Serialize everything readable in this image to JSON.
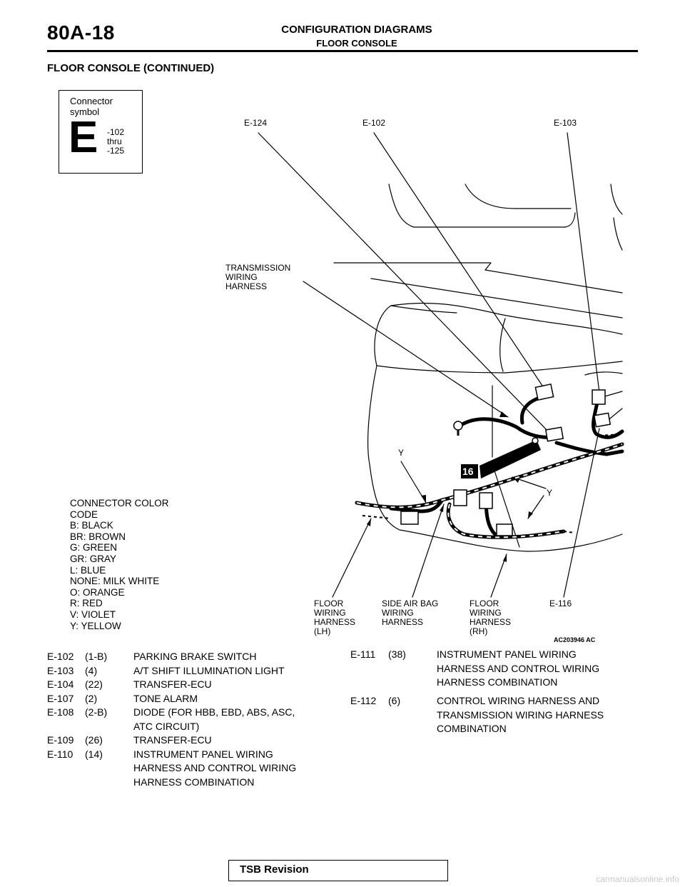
{
  "header": {
    "page_number": "80A-18",
    "title": "CONFIGURATION DIAGRAMS",
    "subtitle": "FLOOR CONSOLE"
  },
  "section_title": "FLOOR CONSOLE (CONTINUED)",
  "connector_symbol": {
    "label_line1": "Connector",
    "label_line2": "symbol",
    "letter": "E",
    "range": [
      "-102",
      "thru",
      "-125"
    ]
  },
  "diagram": {
    "callouts": {
      "e124": "E-124",
      "e102": "E-102",
      "e103": "E-103",
      "e116": "E-116",
      "y_left": "Y",
      "y_right": "Y",
      "badge": "16"
    },
    "transmission_harness": [
      "TRANSMISSION",
      "WIRING",
      "HARNESS"
    ],
    "floor_lh": [
      "FLOOR",
      "WIRING",
      "HARNESS",
      "(LH)"
    ],
    "side_air_bag": [
      "SIDE AIR BAG",
      "WIRING",
      "HARNESS"
    ],
    "floor_rh": [
      "FLOOR",
      "WIRING",
      "HARNESS",
      "(RH)"
    ],
    "figure_id": "AC203946 AC"
  },
  "legend": {
    "lines": [
      "CONNECTOR COLOR",
      "CODE",
      "B: BLACK",
      "BR: BROWN",
      "G: GREEN",
      "GR: GRAY",
      "L: BLUE",
      "NONE: MILK WHITE",
      "O: ORANGE",
      "R: RED",
      "V: VIOLET",
      "Y: YELLOW"
    ]
  },
  "connectors_left": [
    {
      "id": "E-102",
      "pins": "(1-B)",
      "desc": [
        "PARKING BRAKE SWITCH"
      ]
    },
    {
      "id": "E-103",
      "pins": "(4)",
      "desc": [
        "A/T SHIFT ILLUMINATION LIGHT"
      ]
    },
    {
      "id": "E-104",
      "pins": "(22)",
      "desc": [
        "TRANSFER-ECU"
      ]
    },
    {
      "id": "E-107",
      "pins": "(2)",
      "desc": [
        "TONE ALARM"
      ]
    },
    {
      "id": "E-108",
      "pins": "(2-B)",
      "desc": [
        "DIODE (FOR HBB, EBD, ABS, ASC,",
        "ATC CIRCUIT)"
      ]
    },
    {
      "id": "E-109",
      "pins": "(26)",
      "desc": [
        "TRANSFER-ECU"
      ]
    },
    {
      "id": "E-110",
      "pins": "(14)",
      "desc": [
        "INSTRUMENT PANEL WIRING",
        "HARNESS AND CONTROL WIRING",
        "HARNESS COMBINATION"
      ]
    }
  ],
  "connectors_right": [
    {
      "id": "E-111",
      "pins": "(38)",
      "desc": [
        "INSTRUMENT PANEL WIRING",
        "HARNESS AND CONTROL WIRING",
        "HARNESS COMBINATION"
      ]
    },
    {
      "id": "E-112",
      "pins": "(6)",
      "desc": [
        "CONTROL WIRING HARNESS AND",
        "TRANSMISSION WIRING HARNESS",
        "COMBINATION"
      ]
    }
  ],
  "footer": {
    "revision": "TSB Revision",
    "watermark": "carmanualsonline.info"
  }
}
